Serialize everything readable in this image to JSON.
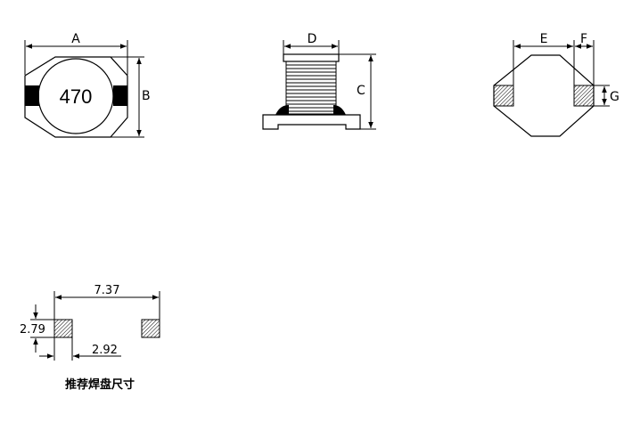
{
  "top_view": {
    "marking": "470",
    "label_a": "A",
    "label_b": "B"
  },
  "side_view": {
    "label_c": "C",
    "label_d": "D"
  },
  "bottom_view": {
    "label_e": "E",
    "label_f": "F",
    "label_g": "G"
  },
  "land_pattern": {
    "dim_total_width": "7.37",
    "dim_pad_height": "2.79",
    "dim_pad_width": "2.92",
    "caption": "推荐焊盘尺寸"
  }
}
